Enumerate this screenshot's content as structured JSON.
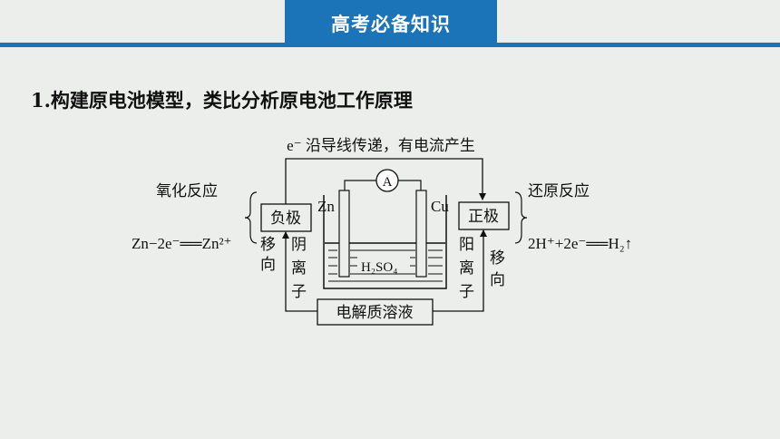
{
  "banner": {
    "title": "高考必备知识"
  },
  "heading": {
    "text": "1.构建原电池模型，类比分析原电池工作原理"
  },
  "diagram": {
    "wire_label": "e⁻ 沿导线传递，有电流产生",
    "ammeter": "A",
    "anode_box": "负极",
    "cathode_box": "正极",
    "oxidation": "氧化反应",
    "reduction": "还原反应",
    "anode_half_reaction": "Zn−2e⁻══Zn²⁺",
    "cathode_half_reaction": "2H⁺+2e⁻══H₂↑",
    "left_electrode": "Zn",
    "right_electrode": "Cu",
    "solution": "H₂SO₄",
    "anion_label": [
      "阴",
      "离",
      "子"
    ],
    "cation_label": [
      "阳",
      "离",
      "子"
    ],
    "migrate_left": [
      "移",
      "向"
    ],
    "migrate_right": [
      "移",
      "向"
    ],
    "electrolyte_box": "电解质溶液"
  }
}
